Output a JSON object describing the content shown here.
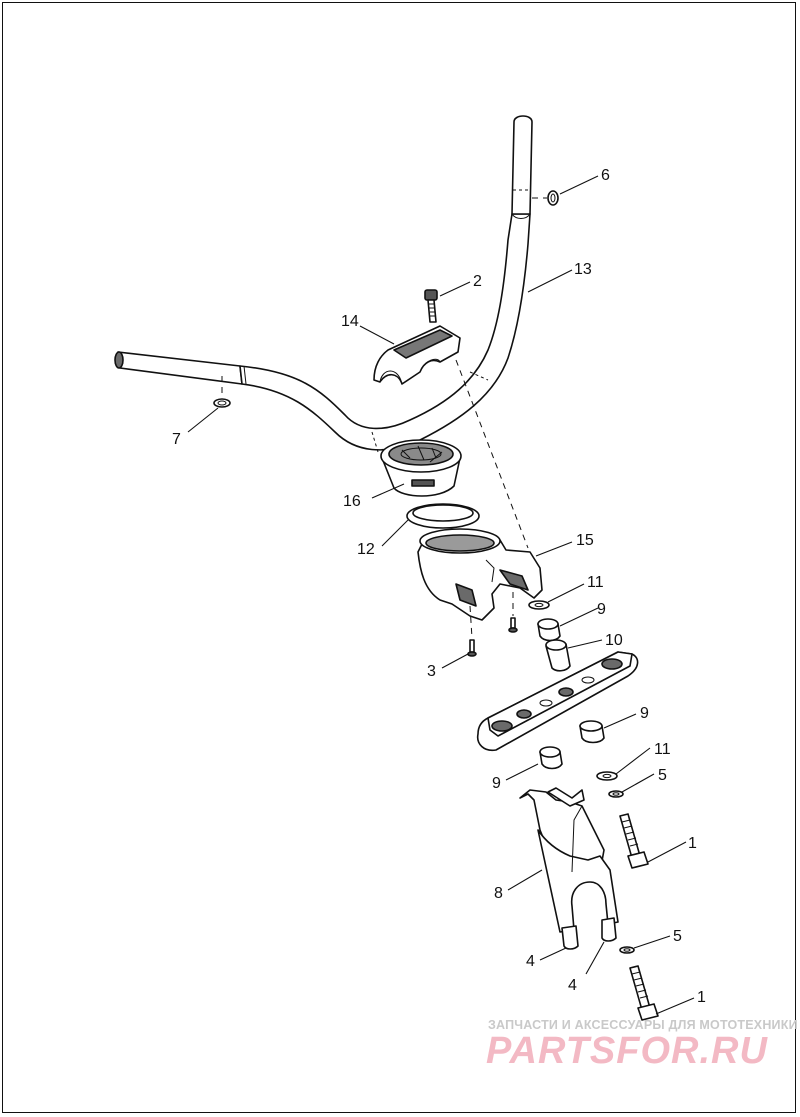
{
  "callouts": [
    {
      "id": "c1a",
      "label": "1"
    },
    {
      "id": "c1b",
      "label": "1"
    },
    {
      "id": "c2",
      "label": "2"
    },
    {
      "id": "c3",
      "label": "3"
    },
    {
      "id": "c4a",
      "label": "4"
    },
    {
      "id": "c4b",
      "label": "4"
    },
    {
      "id": "c5a",
      "label": "5"
    },
    {
      "id": "c5b",
      "label": "5"
    },
    {
      "id": "c6",
      "label": "6"
    },
    {
      "id": "c7",
      "label": "7"
    },
    {
      "id": "c8",
      "label": "8"
    },
    {
      "id": "c9a",
      "label": "9"
    },
    {
      "id": "c9b",
      "label": "9"
    },
    {
      "id": "c9c",
      "label": "9"
    },
    {
      "id": "c10",
      "label": "10"
    },
    {
      "id": "c11a",
      "label": "11"
    },
    {
      "id": "c11b",
      "label": "11"
    },
    {
      "id": "c12",
      "label": "12"
    },
    {
      "id": "c13",
      "label": "13"
    },
    {
      "id": "c14",
      "label": "14"
    },
    {
      "id": "c15",
      "label": "15"
    },
    {
      "id": "c16",
      "label": "16"
    }
  ],
  "watermark": {
    "tagline": "ЗАПЧАСТИ И АКСЕССУАРЫ ДЛЯ МОТОТЕХНИКИ",
    "brand": "PARTSFOR.RU",
    "brand_color": "#f3b9c4",
    "tagline_color": "#c9c9c9"
  },
  "colors": {
    "line": "#111111",
    "part_fill": "#ffffff",
    "part_shade": "#9a9a9a",
    "part_dark": "#555555"
  }
}
